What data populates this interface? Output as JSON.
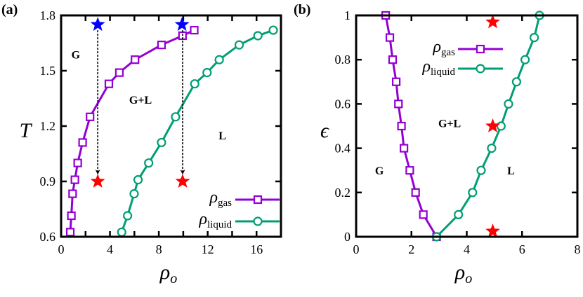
{
  "chart_data": [
    {
      "panel_label": "(a)",
      "type": "line",
      "xlabel": "ρ",
      "xlabel_sub": "o",
      "ylabel": "T",
      "xlim": [
        0,
        18
      ],
      "ylim": [
        0.6,
        1.8
      ],
      "xticks": [
        0,
        4,
        8,
        12,
        16
      ],
      "yticks": [
        0.6,
        0.9,
        1.2,
        1.5,
        1.8
      ],
      "grid": false,
      "legend_position": "bottom-right",
      "series": [
        {
          "name": "ρ",
          "name_sub": "gas",
          "marker": "square",
          "color": "#9400d3",
          "x": [
            0.75,
            0.84,
            0.94,
            1.13,
            1.36,
            1.76,
            2.37,
            3.91,
            4.77,
            6.05,
            8.22,
            9.94,
            10.9
          ],
          "y": [
            0.625,
            0.714,
            0.833,
            0.909,
            1.0,
            1.111,
            1.25,
            1.429,
            1.49,
            1.56,
            1.64,
            1.69,
            1.72
          ]
        },
        {
          "name": "ρ",
          "name_sub": "liquid",
          "marker": "circle",
          "color": "#009e73",
          "x": [
            4.96,
            5.44,
            5.98,
            6.3,
            7.17,
            8.22,
            9.37,
            10.94,
            11.95,
            12.95,
            14.58,
            16.11,
            17.37
          ],
          "y": [
            0.625,
            0.714,
            0.833,
            0.909,
            1.0,
            1.111,
            1.25,
            1.429,
            1.49,
            1.56,
            1.64,
            1.69,
            1.72
          ]
        }
      ],
      "stars": [
        {
          "x": 3.0,
          "y": 1.75,
          "color": "#0000ff"
        },
        {
          "x": 9.9,
          "y": 1.75,
          "color": "#0000ff"
        },
        {
          "x": 3.0,
          "y": 0.9,
          "color": "#ff0000"
        },
        {
          "x": 9.95,
          "y": 0.9,
          "color": "#ff0000"
        }
      ],
      "arrows": [
        {
          "x": 3.0,
          "from": 1.72,
          "to": 0.94
        },
        {
          "x": 9.95,
          "from": 1.72,
          "to": 0.94
        }
      ],
      "annotations": [
        {
          "text": "G",
          "x": 1.2,
          "y": 1.59
        },
        {
          "text": "G+L",
          "x": 6.5,
          "y": 1.345
        },
        {
          "text": "L",
          "x": 13.2,
          "y": 1.15
        }
      ]
    },
    {
      "panel_label": "(b)",
      "type": "line",
      "xlabel": "ρ",
      "xlabel_sub": "o",
      "ylabel": "ϵ",
      "xlim": [
        0,
        8
      ],
      "ylim": [
        0,
        1
      ],
      "xticks": [
        0,
        2,
        4,
        6,
        8
      ],
      "yticks": [
        0,
        0.2,
        0.4,
        0.6,
        0.8,
        1
      ],
      "grid": false,
      "legend_position": "top-center",
      "series": [
        {
          "name": "ρ",
          "name_sub": "gas",
          "marker": "square",
          "color": "#9400d3",
          "x": [
            1.07,
            1.22,
            1.32,
            1.45,
            1.53,
            1.64,
            1.73,
            1.94,
            2.15,
            2.43,
            2.91
          ],
          "y": [
            1,
            0.9,
            0.8,
            0.7,
            0.6,
            0.5,
            0.4,
            0.3,
            0.2,
            0.1,
            0
          ]
        },
        {
          "name": "ρ",
          "name_sub": "liquid",
          "marker": "circle",
          "color": "#009e73",
          "x": [
            2.91,
            3.7,
            4.21,
            4.52,
            4.9,
            5.24,
            5.51,
            5.8,
            6.11,
            6.44,
            6.63
          ],
          "y": [
            0,
            0.1,
            0.2,
            0.3,
            0.4,
            0.5,
            0.6,
            0.7,
            0.8,
            0.9,
            1
          ]
        }
      ],
      "stars": [
        {
          "x": 4.94,
          "y": 0.97,
          "color": "#ff0000"
        },
        {
          "x": 4.94,
          "y": 0.5,
          "color": "#ff0000"
        },
        {
          "x": 4.94,
          "y": 0.025,
          "color": "#ff0000"
        }
      ],
      "arrows": [],
      "annotations": [
        {
          "text": "G",
          "x": 0.84,
          "y": 0.3
        },
        {
          "text": "G+L",
          "x": 3.38,
          "y": 0.515
        },
        {
          "text": "L",
          "x": 5.6,
          "y": 0.3
        }
      ]
    }
  ]
}
